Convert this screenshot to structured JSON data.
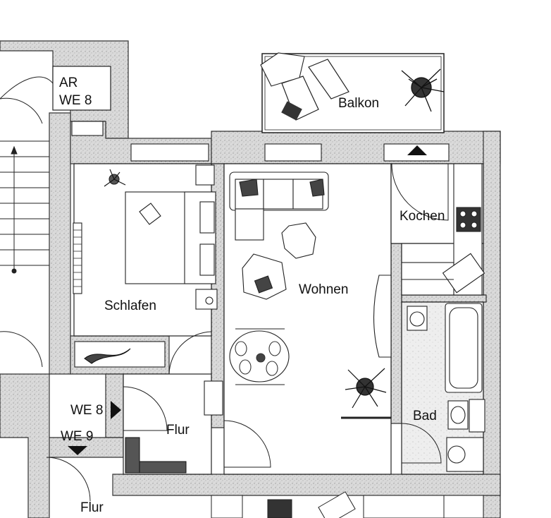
{
  "labels": {
    "ar": "AR",
    "we8_top": "WE 8",
    "balkon": "Balkon",
    "kochen": "Kochen",
    "schlafen": "Schlafen",
    "wohnen": "Wohnen",
    "bad": "Bad",
    "flur": "Flur",
    "we8_entry": "WE 8",
    "we9_entry": "WE 9",
    "flur_lower": "Flur"
  },
  "colors": {
    "wall": "#d9d9d9",
    "line": "#222222",
    "paper": "#ffffff"
  }
}
